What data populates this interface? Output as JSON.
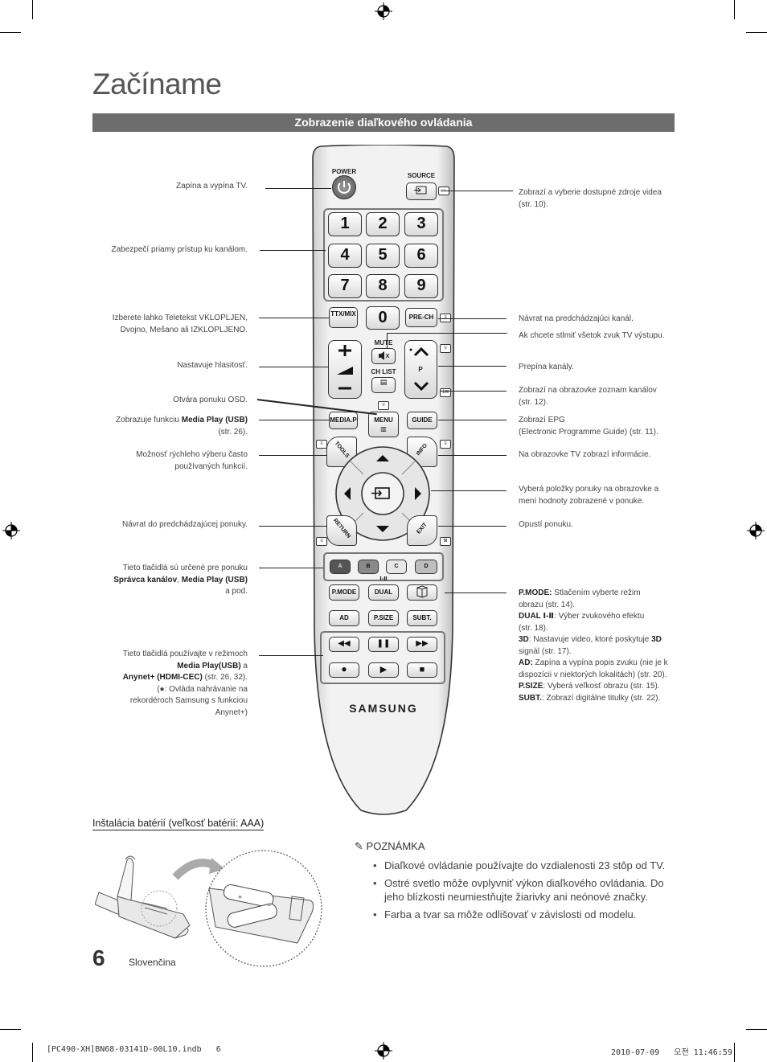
{
  "page": {
    "title": "Začíname",
    "section_bar": "Zobrazenie diaľkového ovládania",
    "page_number": "6",
    "language": "Slovenčina",
    "footer_file": "[PC490-XH]BN68-03141D-00L10.indb   6",
    "footer_date": "2010-07-09   오전 11:46:59"
  },
  "left_labels": {
    "power": "Zapína a vypína TV.",
    "numbers": "Zabezpečí priamy prístup ku kanálom.",
    "ttx_1": "Izberete lahko Teletekst VKLOPLJEN,",
    "ttx_2": "Dvojno, Mešano ali IZKLOPLJENO.",
    "volume": "Nastavuje hlasitosť.",
    "menu": "Otvára ponuku OSD.",
    "mediap_1a": "Zobrazuje funkciu ",
    "mediap_1b": "Media Play (USB)",
    "mediap_2": "(str. 26).",
    "tools_1": "Možnosť rýchleho výberu často",
    "tools_2": "používaných funkcií.",
    "return": "Návrat do predchádzajúcej ponuky.",
    "color_1": "Tieto tlačidlá sú určené pre ponuku",
    "color_2a": "Správca kanálov",
    "color_2b": ", ",
    "color_2c": "Media Play (USB)",
    "color_3": "a pod.",
    "media_1": "Tieto tlačidlá používajte v režimoch",
    "media_2a": "Media Play(USB)",
    "media_2b": " a",
    "media_3a": "Anynet+ (HDMI-CEC)",
    "media_3b": " (str. 26, 32).",
    "media_4": "(●: Ovláda nahrávanie na",
    "media_5": "rekordéroch Samsung s funkciou",
    "media_6": "Anynet+)"
  },
  "right_labels": {
    "source_1": "Zobrazí a vyberie dostupné zdroje videa",
    "source_2": "(str. 10).",
    "prech": "Návrat na predchádzajúci kanál.",
    "mute": "Ak chcete stlmiť všetok zvuk TV výstupu.",
    "channel": "Prepína kanály.",
    "chlist_1": "Zobrazí na obrazovke zoznam kanálov",
    "chlist_2": "(str. 12).",
    "guide_1": "Zobrazí EPG",
    "guide_2": "(Electronic Programme Guide) (str. 11).",
    "info": "Na obrazovke TV zobrazí informácie.",
    "nav_1": "Vyberá položky ponuky na obrazovke a",
    "nav_2": "mení hodnoty zobrazené v ponuke.",
    "exit": "Opustí ponuku.",
    "pmode_b": "P.MODE:",
    "pmode_t": " Stlačením vyberte režim",
    "pmode_2": "obrazu (str. 14).",
    "dual_b": "DUAL Ⅰ-Ⅱ",
    "dual_t": ": Výber zvukového efektu",
    "dual_2": "(str. 18).",
    "d3_b": "3D",
    "d3_t": ": Nastavuje video, ktoré poskytuje ",
    "d3_b2": "3D",
    "d3_2": "signál (str. 17).",
    "ad_b": "AD:",
    "ad_t": " Zapína a vypína popis zvuku (nie je k",
    "ad_2": "dispozícii v niektorých lokalitách) (str. 20).",
    "psize_b": "P.SIZE",
    "psize_t": ": Vyberá veľkosť obrazu (str. 15).",
    "subt_b": "SUBT.",
    "subt_t": ": Zobrazí digitálne titulky (str. 22)."
  },
  "remote": {
    "power_label": "POWER",
    "source_label": "SOURCE",
    "digits": [
      "1",
      "2",
      "3",
      "4",
      "5",
      "6",
      "7",
      "8",
      "9"
    ],
    "zero": "0",
    "ttx_label": "TTX/MIX",
    "prech_label": "PRE-CH",
    "mute_label": "MUTE",
    "chlist_label": "CH LIST",
    "p_label": "P",
    "menu_label": "MENU",
    "mediap_label": "MEDIA.P",
    "guide_label": "GUIDE",
    "tools_label": "TOOLS",
    "info_label": "INFO",
    "return_label": "RETURN",
    "exit_label": "EXIT",
    "color_buttons": [
      "A",
      "B",
      "C",
      "D"
    ],
    "color_hex": [
      "#555555",
      "#8a8a8a",
      "#e6e6e6",
      "#bdbdbd"
    ],
    "pmode_label": "P.MODE",
    "dual_label": "DUAL",
    "ad_label": "AD",
    "psize_label": "P.SIZE",
    "subt_label": "SUBT.",
    "brand": "SAMSUNG",
    "dual_marker": "Ⅰ-Ⅱ"
  },
  "battery": {
    "heading": "Inštalácia batérií (veľkosť batérií: AAA)"
  },
  "note": {
    "title": "POZNÁMKA",
    "items": [
      "Diaľkové ovládanie používajte do vzdialenosti 23 stôp od TV.",
      "Ostré svetlo môže ovplyvniť výkon diaľkového ovládania. Do jeho blízkosti neumiestňujte žiarivky ani neónové značky.",
      "Farba a tvar sa môže odlišovať v závislosti od modelu."
    ]
  }
}
